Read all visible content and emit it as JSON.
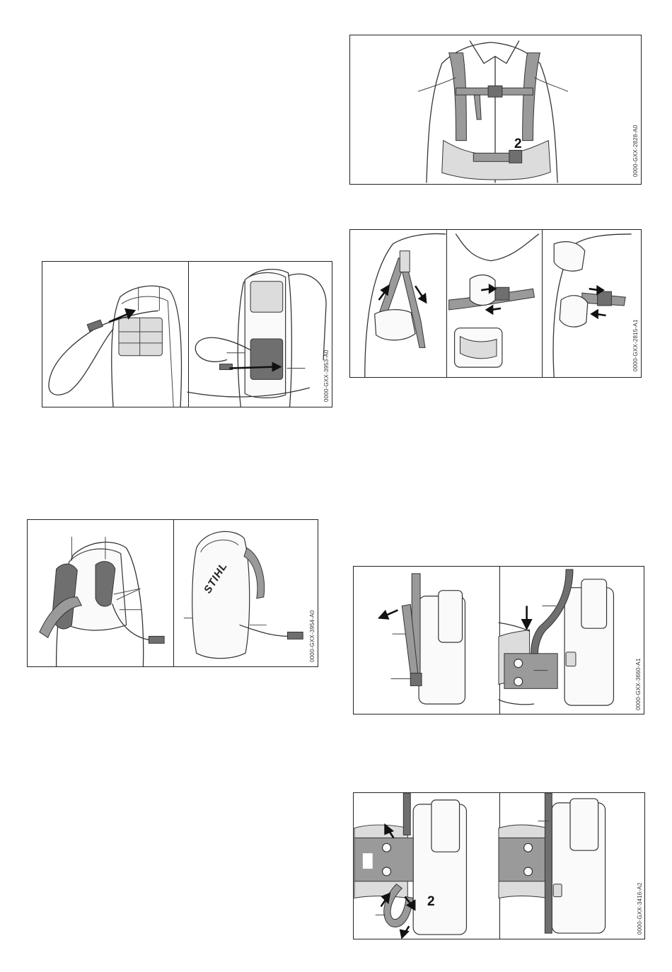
{
  "figures": {
    "harness_front": {
      "code": "0000-GXX-2828-A0",
      "callout": "2"
    },
    "strap_adjust": {
      "code": "0000-GXX-2815-A1"
    },
    "battery_cable": {
      "code": "0000-GXX-3953-A0"
    },
    "belt_attach": {
      "code": "0000-GXX-3660-A1"
    },
    "backpack_cable": {
      "code": "0000-GXX-3954-A0",
      "logo": "STIHL"
    },
    "belt_loop": {
      "code": "0000-GXX-3416-A2",
      "callout": "2"
    }
  }
}
